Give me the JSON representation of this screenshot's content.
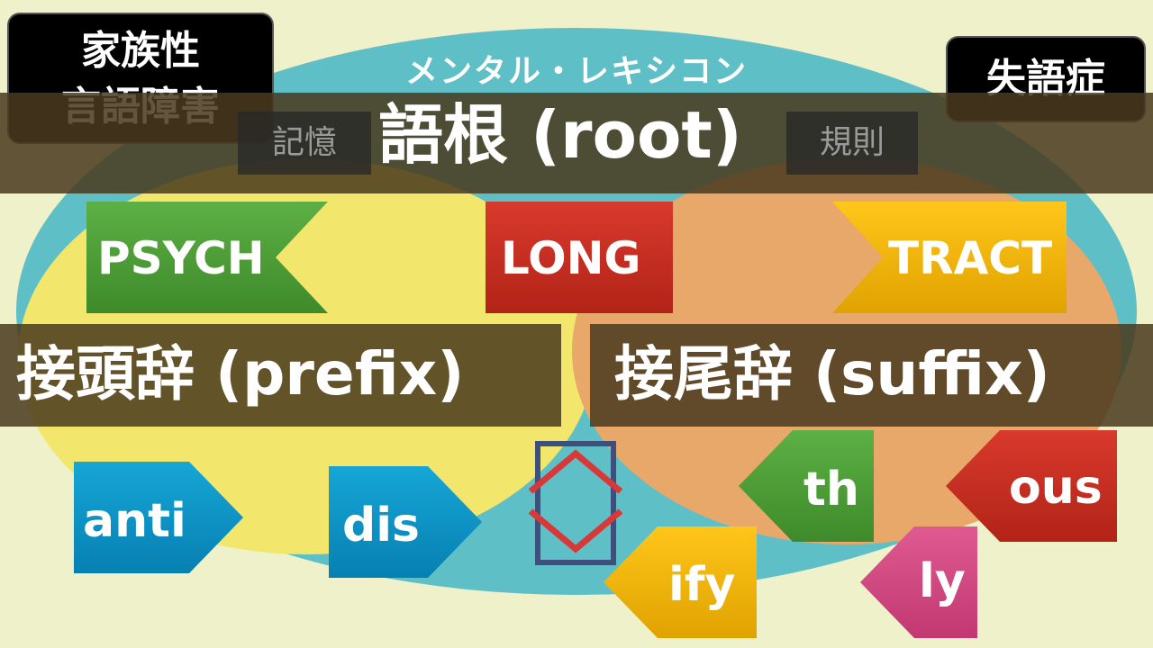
{
  "title": "メンタル・レキシコン",
  "corners": {
    "left": [
      "家族性",
      "言語障害"
    ],
    "right": "失語症"
  },
  "root_bar": {
    "label": "語根 (root)",
    "left_note": "記憶",
    "right_note": "規則"
  },
  "prefix_label": "接頭辞 (prefix)",
  "suffix_label": "接尾辞 (suffix)",
  "roots": [
    "PSYCH",
    "LONG",
    "TRACT"
  ],
  "prefixes": [
    "anti",
    "dis"
  ],
  "suffixes": [
    "th",
    "ous",
    "ify",
    "ly"
  ],
  "colors": {
    "background": "#eef1c9",
    "outer_ellipse": "#5fbfc6",
    "prefix_circle": "#f2e66c",
    "suffix_circle": "#e7a86a",
    "dark_band": "#4b3a1e",
    "green": "#4a9a34",
    "red": "#c62a1f",
    "yellow": "#f2b800",
    "blue": "#0a93c4",
    "pink": "#d2467f",
    "diamond_frame": "#3d4f7a",
    "diamond_line": "#d83838"
  },
  "icons": [
    "swap-diamond-icon"
  ]
}
